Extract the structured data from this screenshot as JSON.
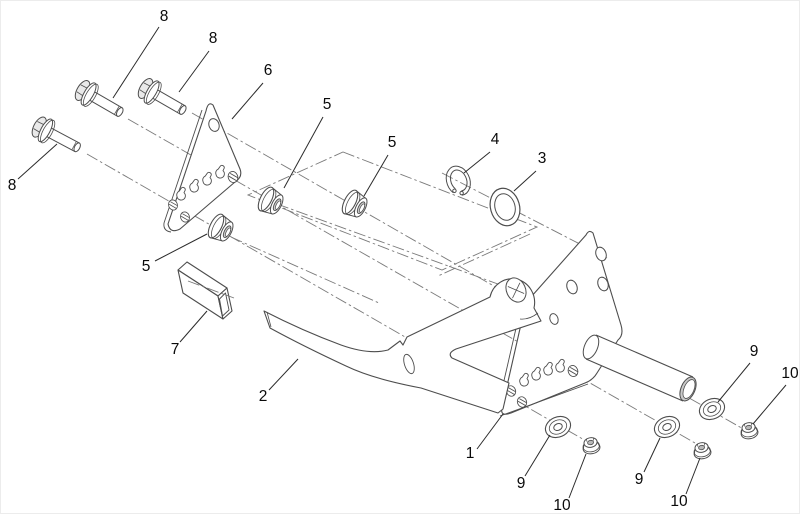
{
  "figure": {
    "type": "exploded-parts-diagram",
    "background": "#ffffff",
    "line_color": "#4d4d4d",
    "centerline_color": "#7a7a7a",
    "label_color": "#0a0a0a",
    "shade_color": "#c9c9c9"
  },
  "callouts": [
    {
      "label": "8"
    },
    {
      "label": "8"
    },
    {
      "label": "6"
    },
    {
      "label": "5"
    },
    {
      "label": "5"
    },
    {
      "label": "4"
    },
    {
      "label": "3"
    },
    {
      "label": "8"
    },
    {
      "label": "5"
    },
    {
      "label": "7"
    },
    {
      "label": "2"
    },
    {
      "label": "1"
    },
    {
      "label": "9"
    },
    {
      "label": "10"
    },
    {
      "label": "9"
    },
    {
      "label": "10"
    },
    {
      "label": "9"
    },
    {
      "label": "10"
    }
  ]
}
